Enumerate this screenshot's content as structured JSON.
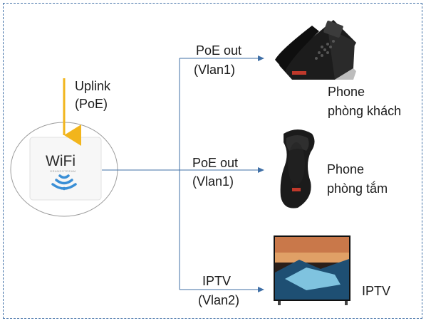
{
  "uplink": {
    "line1": "Uplink",
    "line2": "(PoE)"
  },
  "access_point": {
    "label": "WiFi",
    "brand": "GRANDSTREAM"
  },
  "branches": [
    {
      "port_line1": "PoE out",
      "port_line2": "(Vlan1)",
      "device_line1": "Phone",
      "device_line2": "phòng khách"
    },
    {
      "port_line1": "PoE out",
      "port_line2": "(Vlan1)",
      "device_line1": "Phone",
      "device_line2": "phòng tắm"
    },
    {
      "port_line1": "IPTV",
      "port_line2": "(Vlan2)",
      "device_line1": "IPTV",
      "device_line2": ""
    }
  ],
  "colors": {
    "uplink_arrow": "#f2b51c",
    "wire": "#3f6fa6",
    "wifi_icon": "#3a8fd6"
  }
}
